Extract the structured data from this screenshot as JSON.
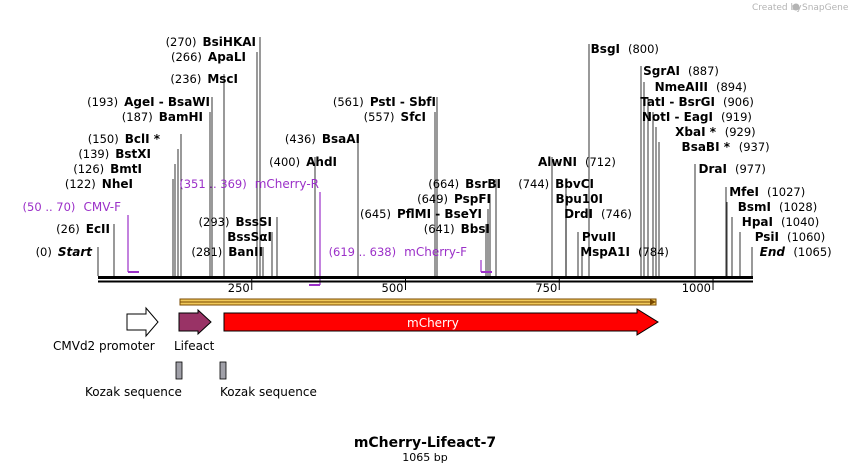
{
  "watermark": {
    "text": "Created by",
    "brand": "SnapGene"
  },
  "title": "mCherry-Lifeact-7",
  "length_label": "1065 bp",
  "sequence_length": 1065,
  "ruler_ticks": [
    "250",
    "500",
    "750",
    "1000"
  ],
  "enzymes": [
    {
      "pos_text": "(0)",
      "name": "Start",
      "italic": true
    },
    {
      "pos_text": "(26)",
      "name": "EcII"
    },
    {
      "pos_text": "(122)",
      "name": "NheI"
    },
    {
      "pos_text": "(126)",
      "name": "BmtI"
    },
    {
      "pos_text": "(139)",
      "name": "BstXI"
    },
    {
      "pos_text": "(150)",
      "name": "BclI *"
    },
    {
      "pos_text": "(187)",
      "name": "BamHI"
    },
    {
      "pos_text": "(193)",
      "name": "AgeI - BsaWI"
    },
    {
      "pos_text": "(236)",
      "name": "MscI"
    },
    {
      "pos_text": "(266)",
      "name": "ApaLI"
    },
    {
      "pos_text": "(270)",
      "name": "BsiHKAI"
    },
    {
      "pos_text": "(281)",
      "name": "BanII"
    },
    {
      "pos_text": "",
      "name": "BssSαI"
    },
    {
      "pos_text": "(293)",
      "name": "BssSI"
    },
    {
      "pos_text": "(400)",
      "name": "AhdI"
    },
    {
      "pos_text": "(436)",
      "name": "BsaAI"
    },
    {
      "pos_text": "(557)",
      "name": "SfcI"
    },
    {
      "pos_text": "(561)",
      "name": "PstI - SbfI"
    },
    {
      "pos_text": "(641)",
      "name": "BbsI"
    },
    {
      "pos_text": "(645)",
      "name": "PflMI - BseYI"
    },
    {
      "pos_text": "(649)",
      "name": "PspFI"
    },
    {
      "pos_text": "(664)",
      "name": "BsrBI"
    },
    {
      "pos_text": "(712)",
      "name": "AlwNI"
    },
    {
      "pos_text": "(744)",
      "name": "BbvCI"
    },
    {
      "pos_text": "",
      "name": "Bpu10I"
    },
    {
      "pos_text": "(746)",
      "name": "DrdI"
    },
    {
      "pos_text": "",
      "name": "PvuII"
    },
    {
      "pos_text": "(784)",
      "name": "MspA1I"
    },
    {
      "pos_text": "(800)",
      "name": "BsgI"
    },
    {
      "pos_text": "(887)",
      "name": "SgrAI"
    },
    {
      "pos_text": "(894)",
      "name": "NmeAIII"
    },
    {
      "pos_text": "(906)",
      "name": "TatI - BsrGI"
    },
    {
      "pos_text": "(919)",
      "name": "NotI - EagI"
    },
    {
      "pos_text": "(929)",
      "name": "XbaI *"
    },
    {
      "pos_text": "(937)",
      "name": "BsaBI *"
    },
    {
      "pos_text": "(977)",
      "name": "DraI"
    },
    {
      "pos_text": "(1027)",
      "name": "MfeI"
    },
    {
      "pos_text": "(1028)",
      "name": "BsmI"
    },
    {
      "pos_text": "(1040)",
      "name": "HpaI"
    },
    {
      "pos_text": "(1060)",
      "name": "PsiI"
    },
    {
      "pos_text": "(1065)",
      "name": "End",
      "italic": true
    }
  ],
  "primers": [
    {
      "range_text": "(50 .. 70)",
      "name": "CMV-F"
    },
    {
      "range_text": "(351 .. 369)",
      "name": "mCherry-R"
    },
    {
      "range_text": "(619 .. 638)",
      "name": "mCherry-F"
    }
  ],
  "features": [
    {
      "name": "CMVd2 promoter",
      "color": "#ffffff"
    },
    {
      "name": "Lifeact",
      "color": "#993366"
    },
    {
      "name": "mCherry",
      "color": "#ff0000",
      "text_color": "#ffffff"
    },
    {
      "name": "Kozak sequence",
      "color": "#a0a0a8"
    },
    {
      "name": "Kozak sequence",
      "color": "#a0a0a8"
    }
  ],
  "orf_color": "#f0c85a",
  "primer_color": "#9b30c8"
}
